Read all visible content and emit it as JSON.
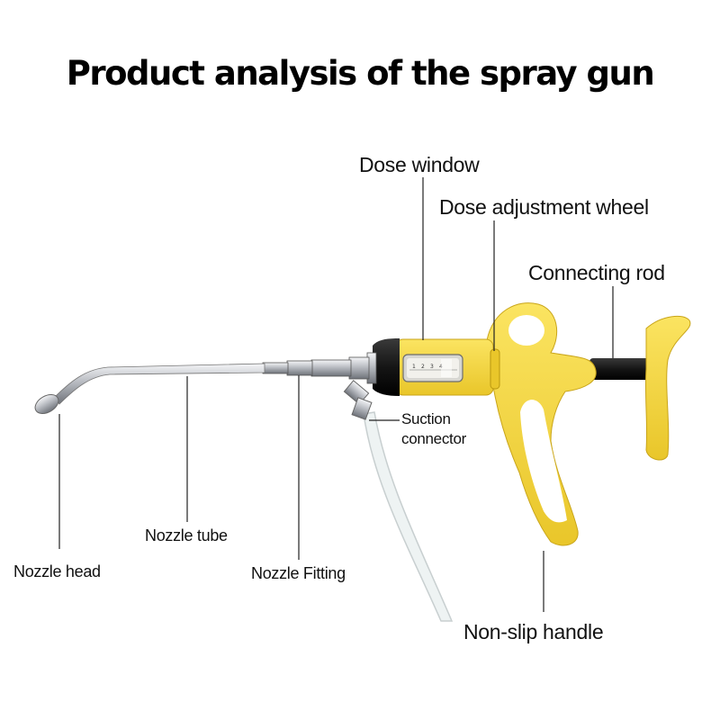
{
  "title": "Product analysis of the spray gun",
  "colors": {
    "body_yellow": "#F7D842",
    "body_yellow_shade": "#E3BF1F",
    "metal_black": "#1c1c1c",
    "chrome": "#c9ccd1",
    "tube": "#eef3f3",
    "leader_line": "#222222"
  },
  "labels": {
    "dose_window": "Dose window",
    "dose_adjustment_wheel": "Dose adjustment wheel",
    "connecting_rod": "Connecting rod",
    "suction_connector": "Suction connector",
    "nozzle_tube": "Nozzle tube",
    "nozzle_head": "Nozzle head",
    "nozzle_fitting": "Nozzle Fitting",
    "non_slip_handle": "Non-slip handle"
  },
  "dose_scale": [
    "1",
    "2",
    "3",
    "4"
  ]
}
